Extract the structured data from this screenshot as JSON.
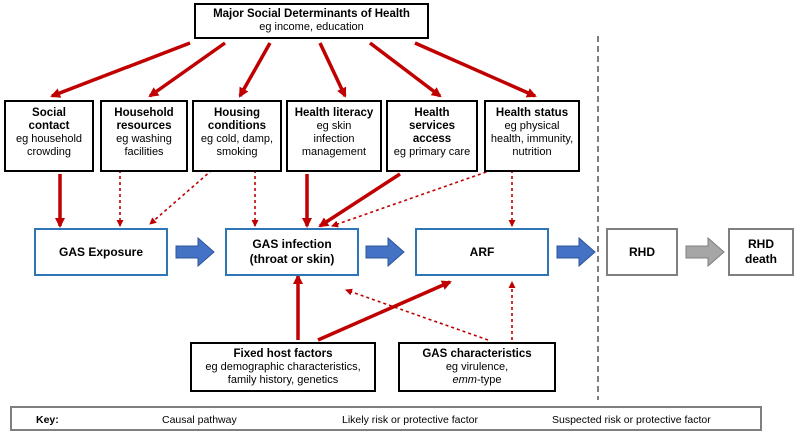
{
  "top": {
    "title": "Major Social Determinants of Health",
    "subtitle": "eg income, education"
  },
  "determinants": [
    {
      "title1": "Social",
      "title2": "contact",
      "line1": "eg household",
      "line2": "crowding",
      "line3": ""
    },
    {
      "title1": "Household",
      "title2": "resources",
      "line1": "eg washing",
      "line2": "facilities",
      "line3": ""
    },
    {
      "title1": "Housing",
      "title2": "conditions",
      "line1": "eg cold, damp,",
      "line2": "smoking",
      "line3": ""
    },
    {
      "title1": "Health literacy",
      "title2": "",
      "line1": "eg skin",
      "line2": "infection",
      "line3": "management"
    },
    {
      "title1": "Health",
      "title2": "services",
      "line1": "access",
      "line2": "eg primary care",
      "line3": ""
    },
    {
      "title1": "Health status",
      "title2": "",
      "line1": "eg physical",
      "line2": "health, immunity,",
      "line3": "nutrition"
    }
  ],
  "pathway": {
    "gas_exposure": "GAS Exposure",
    "gas_infection_1": "GAS infection",
    "gas_infection_2": "(throat or skin)",
    "arf": "ARF",
    "rhd": "RHD",
    "rhd_death_1": "RHD",
    "rhd_death_2": "death"
  },
  "host": {
    "title": "Fixed host factors",
    "line1": "eg demographic characteristics,",
    "line2": "family history, genetics"
  },
  "gas_char": {
    "title": "GAS characteristics",
    "line1": "eg virulence,",
    "line2_em": "emm",
    "line2_rest": "-type"
  },
  "key": {
    "label": "Key:",
    "causal": "Causal pathway",
    "likely": "Likely risk or protective factor",
    "suspected": "Suspected risk or protective factor"
  },
  "colors": {
    "red": "#c00000",
    "blue": "#4472c4",
    "blue_border": "#2e75b6",
    "grey": "#a6a6a6"
  }
}
